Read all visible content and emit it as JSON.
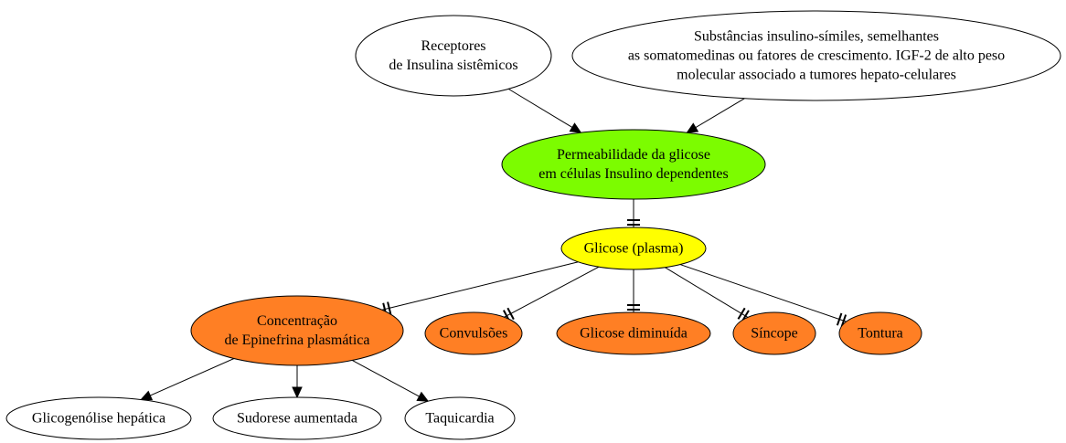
{
  "colors": {
    "background": "#ffffff",
    "white_node": "#ffffff",
    "green_node": "#7cfc00",
    "yellow_node": "#ffff00",
    "orange_node": "#ff7f24",
    "stroke": "#000000"
  },
  "nodes": {
    "receptores": {
      "lines": [
        "Receptores",
        "de Insulina sistêmicos"
      ],
      "fill": "white"
    },
    "substancias": {
      "lines": [
        "Substâncias insulino-símiles, semelhantes",
        "as somatomedinas ou fatores de crescimento. IGF-2 de alto peso",
        "molecular associado a tumores hepato-celulares"
      ],
      "fill": "white"
    },
    "permeabilidade": {
      "lines": [
        "Permeabilidade da glicose",
        "em células Insulino dependentes"
      ],
      "fill": "green"
    },
    "glicose_plasma": {
      "lines": [
        "Glicose (plasma)"
      ],
      "fill": "yellow"
    },
    "epinefrina": {
      "lines": [
        "Concentração",
        "de Epinefrina plasmática"
      ],
      "fill": "orange"
    },
    "convulsoes": {
      "lines": [
        "Convulsões"
      ],
      "fill": "orange"
    },
    "glicose_diminuida": {
      "lines": [
        "Glicose diminuída"
      ],
      "fill": "orange"
    },
    "sincope": {
      "lines": [
        "Síncope"
      ],
      "fill": "orange"
    },
    "tontura": {
      "lines": [
        "Tontura"
      ],
      "fill": "orange"
    },
    "glicogenolise": {
      "lines": [
        "Glicogenólise hepática"
      ],
      "fill": "white"
    },
    "sudorese": {
      "lines": [
        "Sudorese aumentada"
      ],
      "fill": "white"
    },
    "taquicardia": {
      "lines": [
        "Taquicardia"
      ],
      "fill": "white"
    }
  },
  "edges": [
    {
      "from": "receptores",
      "to": "permeabilidade",
      "type": "arrow"
    },
    {
      "from": "substancias",
      "to": "permeabilidade",
      "type": "arrow"
    },
    {
      "from": "permeabilidade",
      "to": "glicose_plasma",
      "type": "tee"
    },
    {
      "from": "glicose_plasma",
      "to": "epinefrina",
      "type": "tee"
    },
    {
      "from": "glicose_plasma",
      "to": "convulsoes",
      "type": "tee"
    },
    {
      "from": "glicose_plasma",
      "to": "glicose_diminuida",
      "type": "tee"
    },
    {
      "from": "glicose_plasma",
      "to": "sincope",
      "type": "tee"
    },
    {
      "from": "glicose_plasma",
      "to": "tontura",
      "type": "tee"
    },
    {
      "from": "epinefrina",
      "to": "glicogenolise",
      "type": "arrow"
    },
    {
      "from": "epinefrina",
      "to": "sudorese",
      "type": "arrow"
    },
    {
      "from": "epinefrina",
      "to": "taquicardia",
      "type": "arrow"
    }
  ]
}
